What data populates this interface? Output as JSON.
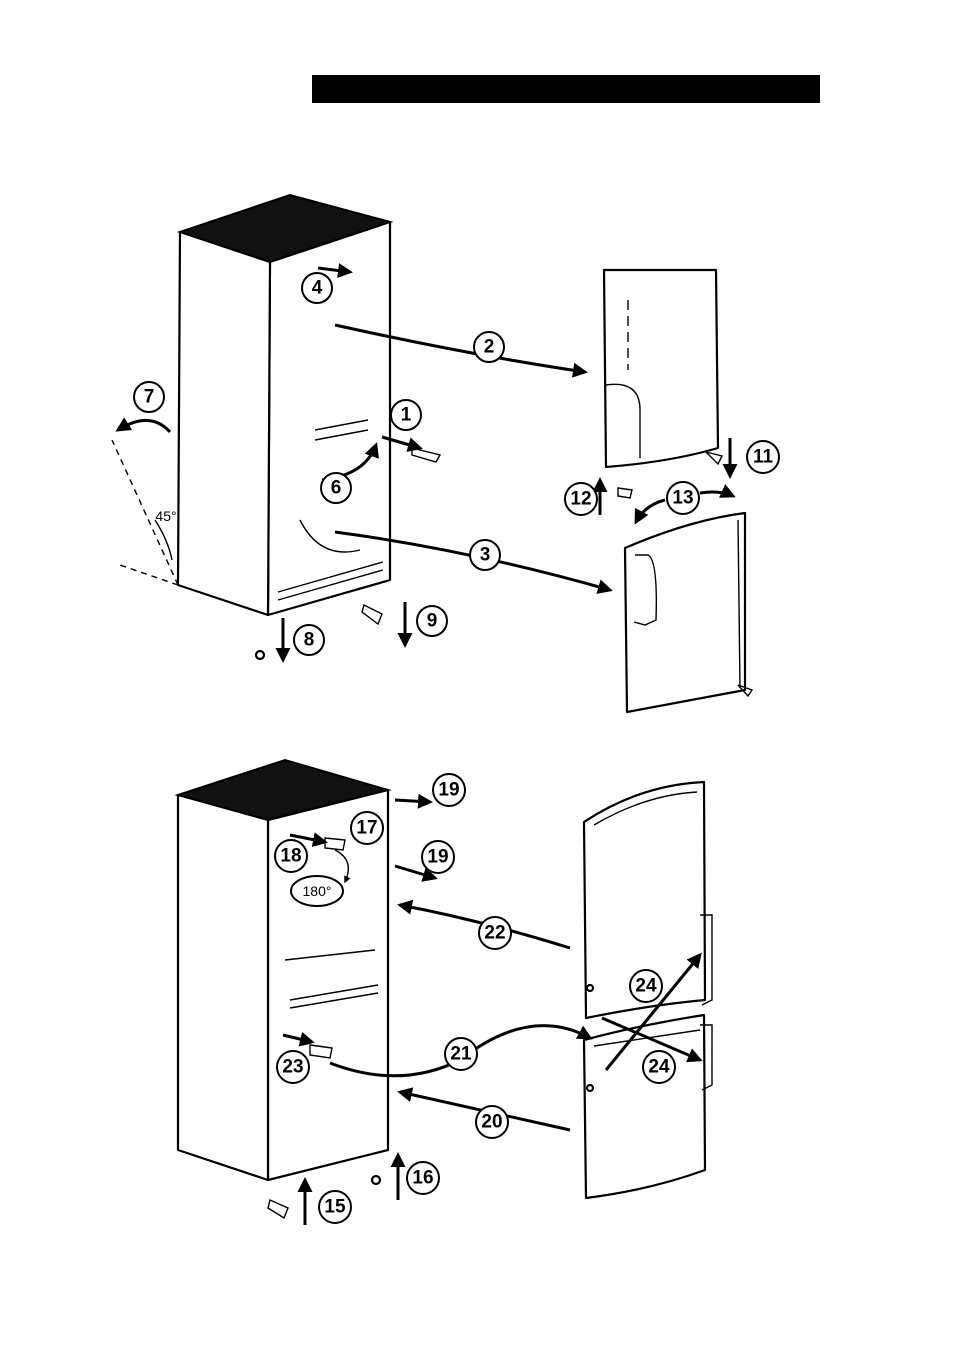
{
  "header": {
    "bar_color": "#000000"
  },
  "callouts": {
    "c1": "1",
    "c2": "2",
    "c3": "3",
    "c4": "4",
    "c6": "6",
    "c7": "7",
    "c8": "8",
    "c9": "9",
    "c11": "11",
    "c12": "12",
    "c13": "13",
    "c15": "15",
    "c16": "16",
    "c17": "17",
    "c18": "18",
    "c19a": "19",
    "c19b": "19",
    "c20": "20",
    "c21": "21",
    "c22": "22",
    "c23": "23",
    "c24a": "24",
    "c24b": "24"
  },
  "angles": {
    "tilt": "45°",
    "rotate": "180°"
  },
  "colors": {
    "line": "#000000",
    "background": "#ffffff"
  }
}
